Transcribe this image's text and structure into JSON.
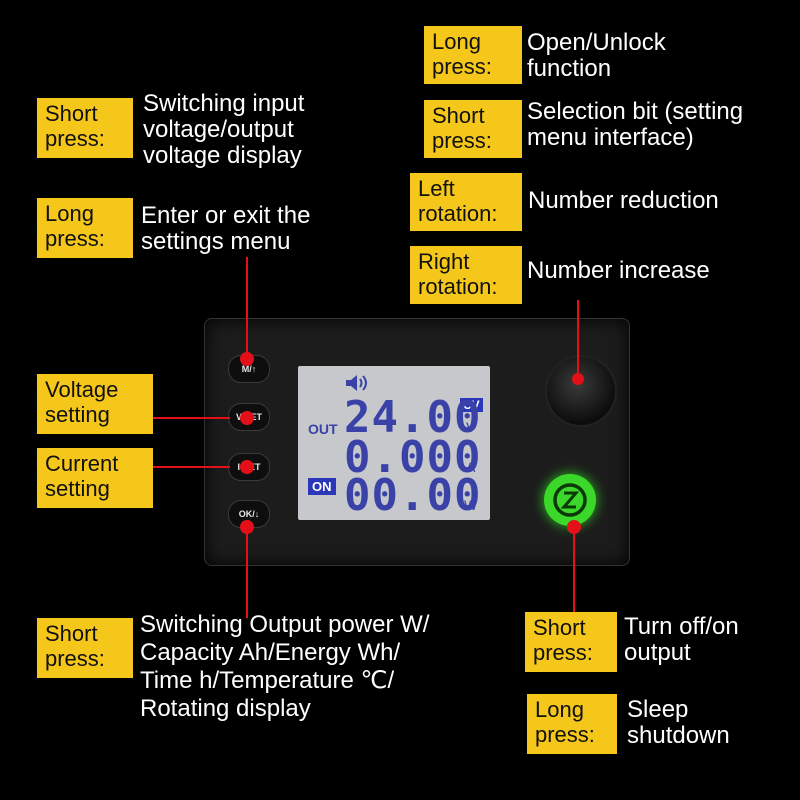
{
  "annotations": {
    "m_short": {
      "tag_line1": "Short",
      "tag_line2": "press:",
      "desc_line1": "Switching input",
      "desc_line2": "voltage/output",
      "desc_line3": "voltage display"
    },
    "m_long": {
      "tag_line1": "Long",
      "tag_line2": "press:",
      "desc_line1": "Enter or exit the",
      "desc_line2": "settings menu"
    },
    "vset": {
      "tag_line1": "Voltage",
      "tag_line2": "setting"
    },
    "iset": {
      "tag_line1": "Current",
      "tag_line2": "setting"
    },
    "ok_short": {
      "tag_line1": "Short",
      "tag_line2": "press:",
      "desc_line1": "Switching Output power W/",
      "desc_line2": "Capacity Ah/Energy Wh/",
      "desc_line3": "Time h/Temperature ℃/",
      "desc_line4": "Rotating display"
    },
    "knob_long": {
      "tag_line1": "Long",
      "tag_line2": "press:",
      "desc_line1": "Open/Unlock",
      "desc_line2": "function"
    },
    "knob_short": {
      "tag_line1": "Short",
      "tag_line2": "press:",
      "desc_line1": "Selection bit (setting",
      "desc_line2": "menu interface)"
    },
    "knob_left": {
      "tag_line1": "Left",
      "tag_line2": "rotation:",
      "desc_line1": "Number reduction"
    },
    "knob_right": {
      "tag_line1": "Right",
      "tag_line2": "rotation:",
      "desc_line1": "Number increase"
    },
    "power_short": {
      "tag_line1": "Short",
      "tag_line2": "press:",
      "desc_line1": "Turn off/on",
      "desc_line2": "output"
    },
    "power_long": {
      "tag_line1": "Long",
      "tag_line2": "press:",
      "desc_line1": "Sleep",
      "desc_line2": "shutdown"
    }
  },
  "device": {
    "buttons": {
      "m": "M/↑",
      "vset": "V-SET",
      "iset": "I-SET",
      "ok": "OK/↓"
    },
    "lcd": {
      "out_label": "OUT",
      "on_label": "ON",
      "cv_label": "CV",
      "voltage": "24.00",
      "voltage_unit": "V",
      "current": "0.000",
      "current_unit": "A",
      "power": "00.00",
      "power_unit": "W"
    }
  },
  "colors": {
    "label_bg": "#f5c71a",
    "leader_line": "#e3101a",
    "power_button": "#3bd82b",
    "lcd_text": "#3a42a8"
  },
  "icons": [
    "speaker-icon",
    "power-icon",
    "rotary-knob-icon"
  ]
}
